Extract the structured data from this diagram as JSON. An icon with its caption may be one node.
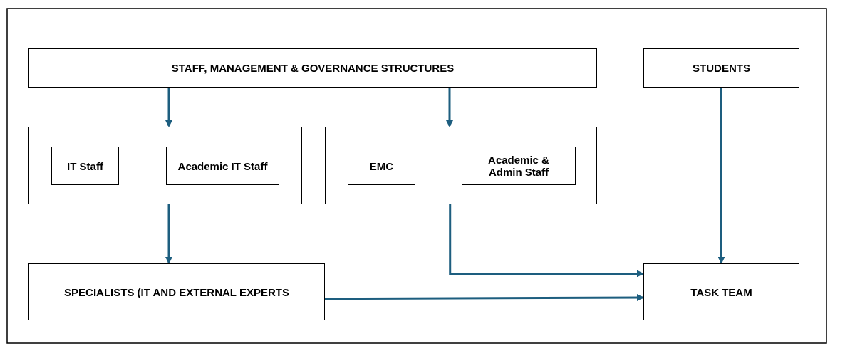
{
  "diagram": {
    "nodes": [
      {
        "text": [
          "STAFF, MANAGEMENT & GOVERNANCE STRUCTURES"
        ]
      },
      {
        "text": [
          "STUDENTS"
        ]
      },
      {
        "text": [],
        "shape": "box"
      },
      {
        "text": [
          "IT Staff"
        ],
        "in": 2
      },
      {
        "text": [
          "Academic IT Staff"
        ],
        "in": 2
      },
      {
        "text": [],
        "shape": "box"
      },
      {
        "text": [
          "EMC"
        ],
        "in": 5
      },
      {
        "text": [
          "Academic & Admin Staff"
        ],
        "in": 5
      },
      {
        "text": [
          "SPECIALISTS (IT AND EXTERNAL EXPERTS"
        ]
      },
      {
        "text": [
          "TASK TEAM"
        ]
      }
    ],
    "edges": [
      {
        "from": 0,
        "to": 2,
        "arrow": "to"
      },
      {
        "from": 0,
        "to": 5,
        "arrow": "to"
      },
      {
        "from": 1,
        "to": 9,
        "arrow": "to"
      },
      {
        "from": 2,
        "to": 8,
        "arrow": "to"
      },
      {
        "from": 5,
        "to": 9,
        "arrow": "to"
      },
      {
        "from": 8,
        "to": 9,
        "arrow": "to"
      }
    ]
  }
}
